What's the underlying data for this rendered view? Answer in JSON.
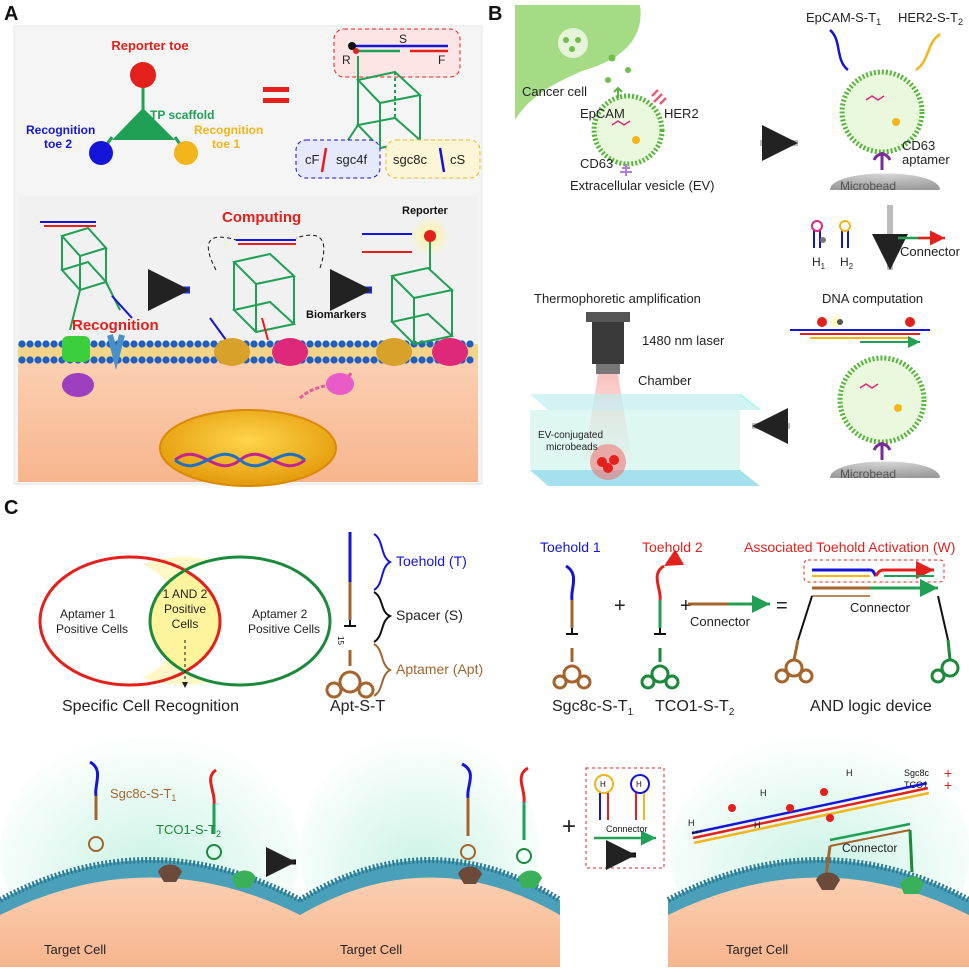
{
  "panels": {
    "a": {
      "letter": "A"
    },
    "b": {
      "letter": "B"
    },
    "c": {
      "letter": "C"
    }
  },
  "panel_a": {
    "reporter_toe": "Reporter toe",
    "tp_scaffold": "TP scaffold",
    "recognition_toe_2": "Recognition toe 2",
    "recognition_toe_1": "Recognition toe 1",
    "strand_s": "S",
    "strand_r": "R",
    "strand_f": "F",
    "cf": "cF",
    "sgc4f": "sgc4f",
    "sgc8c": "sgc8c",
    "cs": "cS",
    "recognition": "Recognition",
    "computing": "Computing",
    "reporter": "Reporter",
    "biomarkers": "Biomarkers",
    "colors": {
      "red": "#e3201b",
      "green": "#1fa055",
      "blue": "#1515d9",
      "yellow": "#f2b51a"
    }
  },
  "panel_b": {
    "cancer_cell": "Cancer cell",
    "epcam": "EpCAM",
    "her2": "HER2",
    "cd63": "CD63",
    "ev": "Extracellular vesicle (EV)",
    "epcam_st1": "EpCAM-S-T",
    "epcam_st1_sub": "1",
    "her2_st2": "HER2-S-T",
    "her2_st2_sub": "2",
    "cd63_aptamer": "CD63",
    "cd63_aptamer_2": "aptamer",
    "microbead_top": "Microbead",
    "microbead_bottom": "Microbead",
    "h1": "H",
    "h1_sub": "1",
    "h2": "H",
    "h2_sub": "2",
    "connector": "Connector",
    "dna_computation": "DNA computation",
    "thermophoretic": "Thermophoretic amplification",
    "laser": "1480 nm laser",
    "chamber": "Chamber",
    "ev_beads_1": "EV-conjugated",
    "ev_beads_2": "microbeads"
  },
  "panel_c": {
    "venn_left": [
      "Aptamer 1",
      "Positive Cells"
    ],
    "venn_right": [
      "Aptamer 2",
      "Positive Cells"
    ],
    "venn_mid": [
      "1 AND 2",
      "Positive",
      "Cells"
    ],
    "specific_recognition": "Specific Cell Recognition",
    "toehold_t": "Toehold (T)",
    "spacer_s": "Spacer (S)",
    "aptamer_apt": "Aptamer (Apt)",
    "apt_s_t": "Apt-S-T",
    "toehold_1": "Toehold 1",
    "toehold_2": "Toehold 2",
    "associated": "Associated Toehold Activation (W)",
    "connector": "Connector",
    "connector_device": "Connector",
    "sgc8c_st1": "Sgc8c-S-T",
    "sgc8c_st1_sub": "1",
    "tco1_st2": "TCO1-S-T",
    "tco1_st2_sub": "2",
    "and_logic": "AND logic device",
    "bottom_sgc8c": "Sgc8c-S-T",
    "bottom_sgc8c_sub": "1",
    "bottom_tco1": "TCO1-S-T",
    "bottom_tco1_sub": "2",
    "target_cell_1": "Target Cell",
    "target_cell_2": "Target Cell",
    "target_cell_3": "Target Cell",
    "inset_h1": "H",
    "inset_h2": "H",
    "inset_connector": "Connector",
    "right_h1a": "H",
    "right_h1b": "H",
    "right_h2a": "H",
    "right_h2b": "H",
    "right_connector": "Connector",
    "legend_sgc8c": "Sgc8c",
    "legend_tco1": "TCO1",
    "legend_plus": "+",
    "operator_plus": "+",
    "operator_eq": "="
  }
}
